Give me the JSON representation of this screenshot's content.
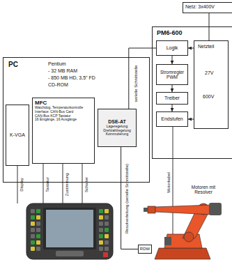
{
  "diagram": {
    "nodes": [
      {
        "text": [
          "PC",
          "Pentium",
          "- 32 MB RAM",
          "- 850 MB HD, 3,5\" FD",
          "CD-ROM"
        ]
      },
      {
        "text": [
          "K-VGA"
        ],
        "in": 0
      },
      {
        "text": [
          "MFC",
          "Watchdog, Temperaturkontrolle",
          "Interface: CAN-Bus Card",
          "CAN-Bus KCP Tastatur",
          "16 Eingänge, 16 Ausgänge"
        ],
        "in": 0
      },
      {
        "text": [
          "DSE-AT",
          "Lageregelung",
          "Drehzahlregelung",
          "Kommutierung"
        ],
        "in": 0
      },
      {
        "text": [
          "PM6-600"
        ]
      },
      {
        "text": [
          "Logik"
        ],
        "in": 4
      },
      {
        "text": [
          "Stromregler PWM"
        ],
        "in": 4
      },
      {
        "text": [
          "Treiber"
        ],
        "in": 4
      },
      {
        "text": [
          "Endstufen"
        ],
        "in": 4
      },
      {
        "text": [
          "Netzteil",
          "27V",
          "600V"
        ],
        "in": 4
      },
      {
        "text": [
          "Netz: 3x400V"
        ]
      },
      {
        "text": [
          "RDW"
        ]
      }
    ],
    "edges": [
      {
        "from": 5,
        "to": 6,
        "arrow": "to"
      },
      {
        "from": 6,
        "to": 7,
        "arrow": "to"
      },
      {
        "from": 7,
        "to": 8,
        "arrow": "to"
      },
      {
        "from": 9,
        "to": 8,
        "arrow": "to"
      },
      {
        "from": 10,
        "to": 9,
        "arrow": "none"
      },
      {
        "from": 9,
        "to": 5,
        "arrow": "to"
      },
      {
        "from": 3,
        "to": 5,
        "arrow": "none"
      },
      {
        "from": 3,
        "to": 11,
        "arrow": "none"
      }
    ],
    "labels": [
      "Display",
      "Tastatur",
      "Zustimmung",
      "Schalter",
      "serielle Schnittstelle",
      "Resolverleitung (serielle Schnittstelle)",
      "Motorkabel",
      "Motoren mit Resolver"
    ]
  }
}
